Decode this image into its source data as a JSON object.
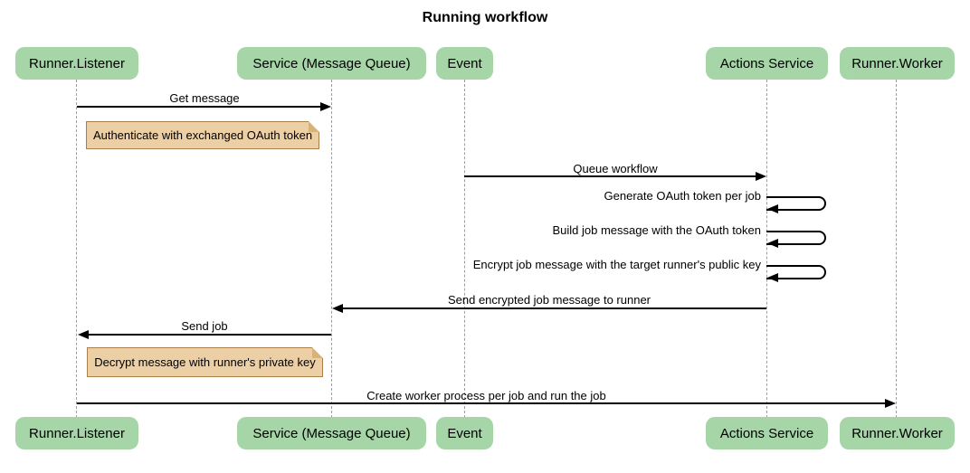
{
  "title": "Running workflow",
  "colors": {
    "actor_fill": "#a6d5a7",
    "note_fill": "#edcfa6",
    "note_border": "#aa7f4e",
    "lifeline": "#9e9e9e",
    "line": "#000000"
  },
  "actors": [
    {
      "id": "runner-listener",
      "label": "Runner.Listener"
    },
    {
      "id": "service-message-queue",
      "label": "Service (Message Queue)"
    },
    {
      "id": "event",
      "label": "Event"
    },
    {
      "id": "actions-service",
      "label": "Actions Service"
    },
    {
      "id": "runner-worker",
      "label": "Runner.Worker"
    }
  ],
  "messages": [
    {
      "label": "Get message",
      "from": "Runner.Listener",
      "to": "Service (Message Queue)",
      "type": "solid-arrow"
    },
    {
      "label": "Queue workflow",
      "from": "Event",
      "to": "Actions Service",
      "type": "solid-arrow"
    },
    {
      "label": "Generate OAuth token per job",
      "from": "Actions Service",
      "to": "Actions Service",
      "type": "self-loop"
    },
    {
      "label": "Build job message with the OAuth token",
      "from": "Actions Service",
      "to": "Actions Service",
      "type": "self-loop"
    },
    {
      "label": "Encrypt job message with the target runner's public key",
      "from": "Actions Service",
      "to": "Actions Service",
      "type": "self-loop"
    },
    {
      "label": "Send encrypted job message to runner",
      "from": "Actions Service",
      "to": "Service (Message Queue)",
      "type": "solid-arrow"
    },
    {
      "label": "Send job",
      "from": "Service (Message Queue)",
      "to": "Runner.Listener",
      "type": "solid-arrow"
    },
    {
      "label": "Create worker process per job and run the job",
      "from": "Runner.Listener",
      "to": "Runner.Worker",
      "type": "solid-arrow"
    }
  ],
  "notes": [
    {
      "label": "Authenticate with exchanged OAuth token",
      "over": "Runner.Listener"
    },
    {
      "label": "Decrypt message with runner's private key",
      "over": "Runner.Listener"
    }
  ]
}
